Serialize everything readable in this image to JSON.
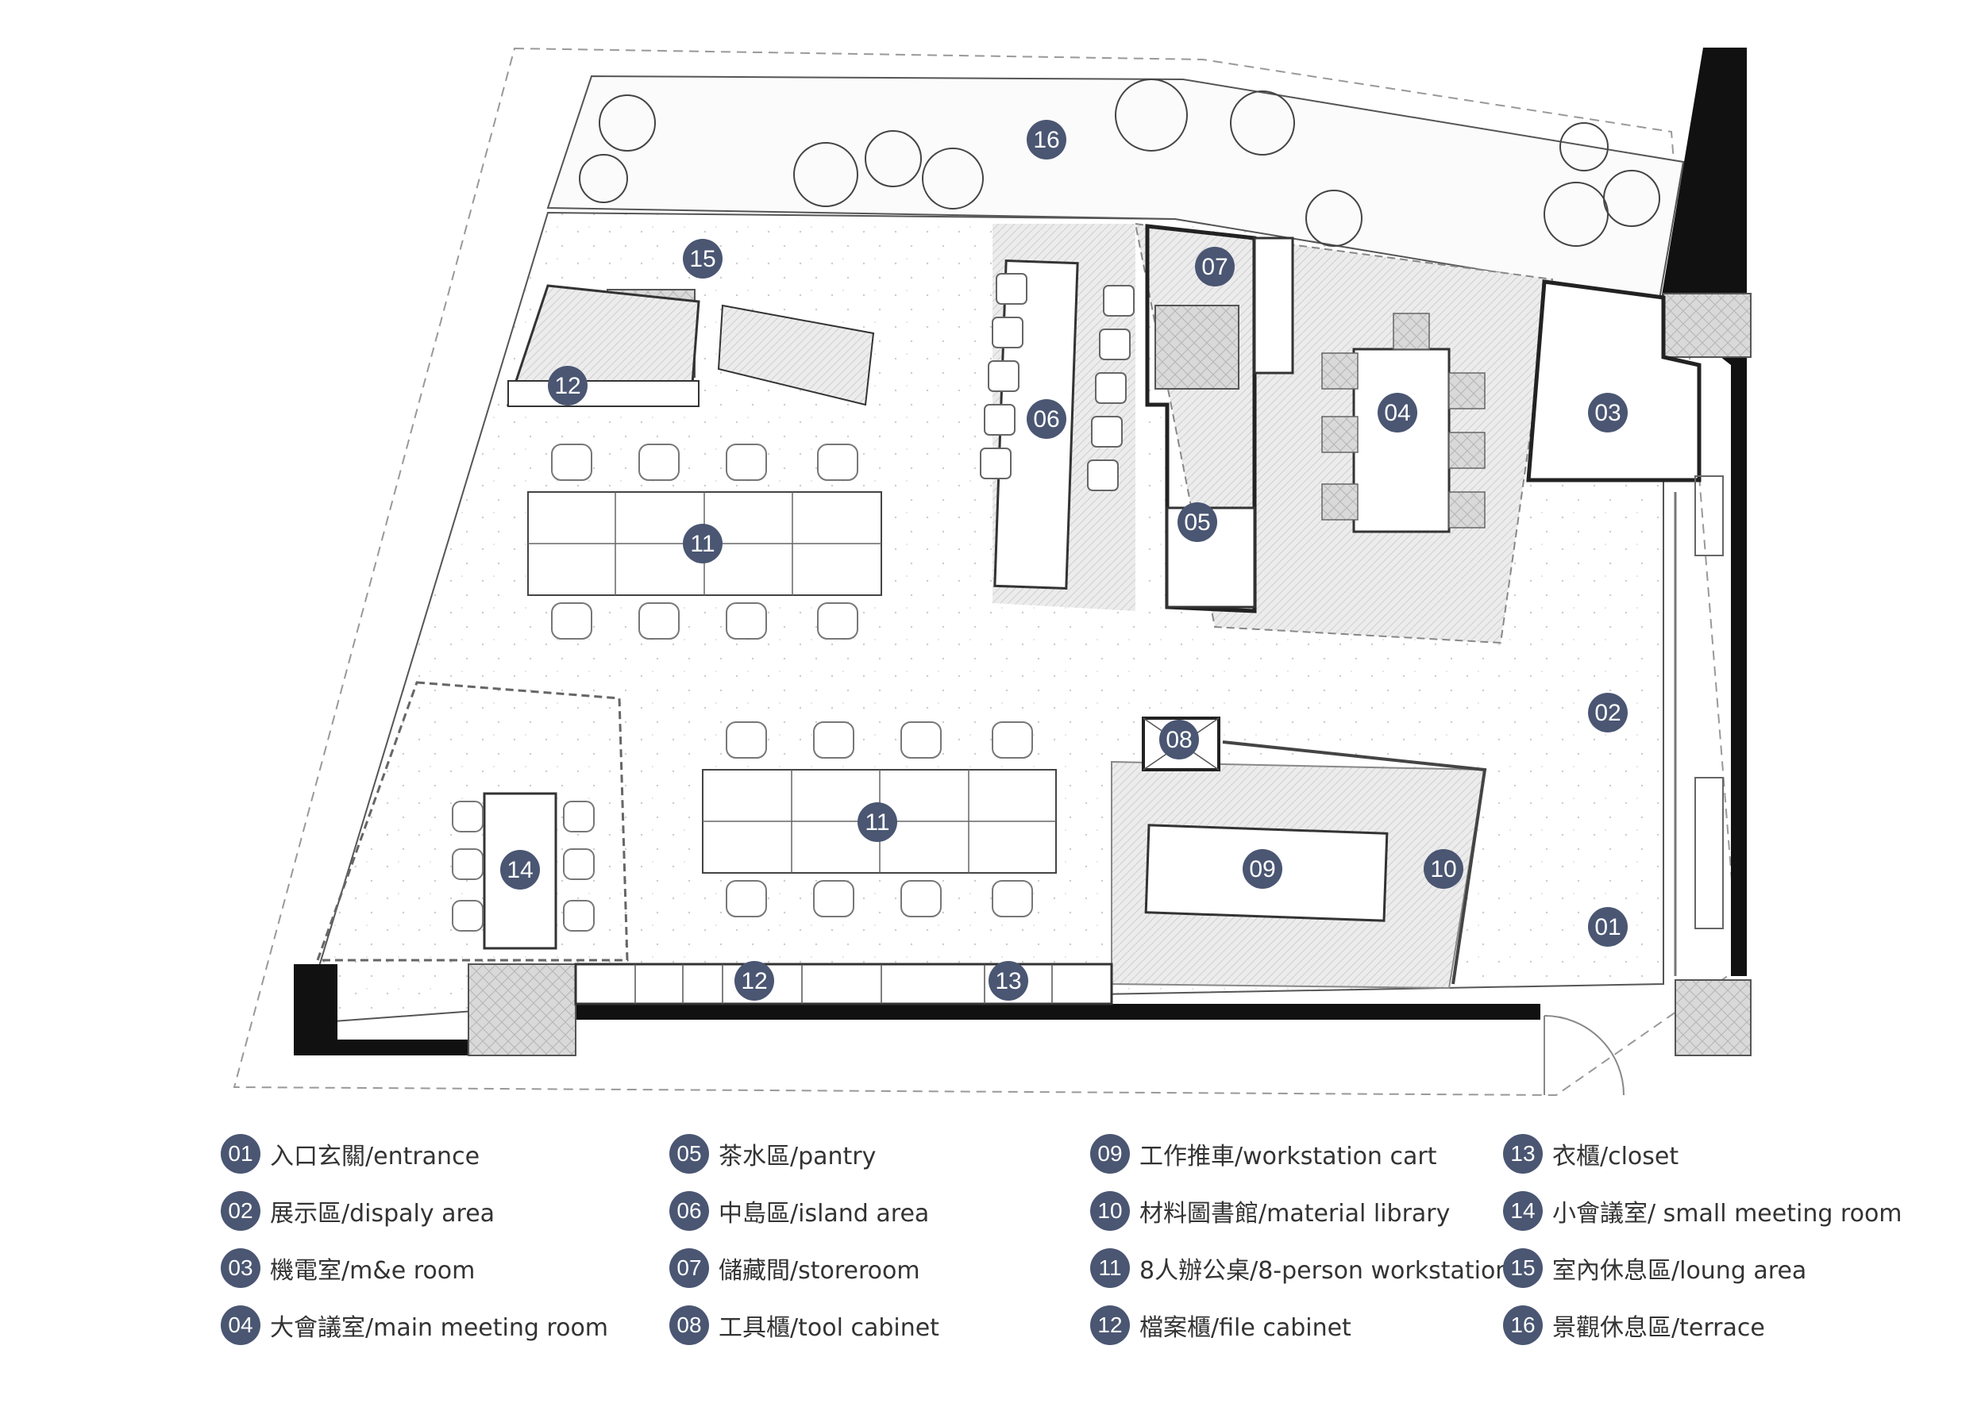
{
  "colors": {
    "badge": "#4a5672",
    "floor_hatch": "#e9e9e9",
    "wall": "#111111",
    "outline": "#555555"
  },
  "plan_labels": [
    {
      "id": "01"
    },
    {
      "id": "02"
    },
    {
      "id": "03"
    },
    {
      "id": "04"
    },
    {
      "id": "05"
    },
    {
      "id": "06"
    },
    {
      "id": "07"
    },
    {
      "id": "08"
    },
    {
      "id": "09"
    },
    {
      "id": "10"
    },
    {
      "id": "11a",
      "num": "11"
    },
    {
      "id": "11b",
      "num": "11"
    },
    {
      "id": "12a",
      "num": "12"
    },
    {
      "id": "12b",
      "num": "12"
    },
    {
      "id": "13"
    },
    {
      "id": "14"
    },
    {
      "id": "15"
    },
    {
      "id": "16"
    }
  ],
  "legend": [
    {
      "num": "01",
      "text": "入口玄關/entrance"
    },
    {
      "num": "02",
      "text": "展示區/dispaly area"
    },
    {
      "num": "03",
      "text": "機電室/m&e room"
    },
    {
      "num": "04",
      "text": "大會議室/main meeting room"
    },
    {
      "num": "05",
      "text": "茶水區/pantry"
    },
    {
      "num": "06",
      "text": "中島區/island area"
    },
    {
      "num": "07",
      "text": "儲藏間/storeroom"
    },
    {
      "num": "08",
      "text": "工具櫃/tool cabinet"
    },
    {
      "num": "09",
      "text": "工作推車/workstation cart"
    },
    {
      "num": "10",
      "text": "材料圖書館/material library"
    },
    {
      "num": "11",
      "text": "8人辦公桌/8-person workstation"
    },
    {
      "num": "12",
      "text": "檔案櫃/file cabinet"
    },
    {
      "num": "13",
      "text": "衣櫃/closet"
    },
    {
      "num": "14",
      "text": "小會議室/ small meeting room"
    },
    {
      "num": "15",
      "text": "室內休息區/loung area"
    },
    {
      "num": "16",
      "text": "景觀休息區/terrace"
    }
  ]
}
